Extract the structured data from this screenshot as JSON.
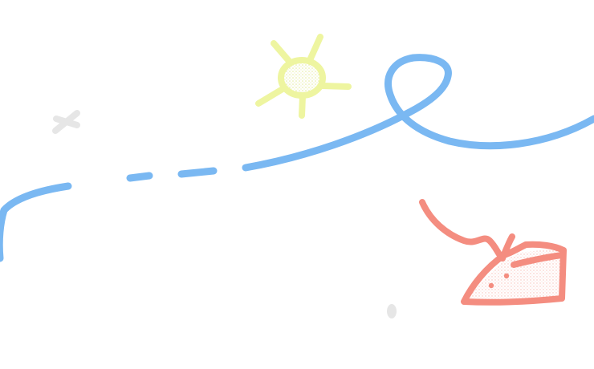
{
  "illustration": {
    "background_color": "#ffffff",
    "elements": [
      {
        "name": "dashed-line-with-loop",
        "color": "#7ab8f2",
        "style": "hand-drawn dashed then solid stroke"
      },
      {
        "name": "sun",
        "color": "#eef5a0",
        "style": "hand-drawn outline with shaded center and rays"
      },
      {
        "name": "x-mark",
        "color": "#e6e6e6",
        "style": "small cross"
      },
      {
        "name": "mouse",
        "color": "#f48d80",
        "style": "hand-drawn outline with long curly tail and shaded body"
      },
      {
        "name": "dot",
        "color": "#e6e6e6",
        "style": "small oval"
      }
    ]
  }
}
